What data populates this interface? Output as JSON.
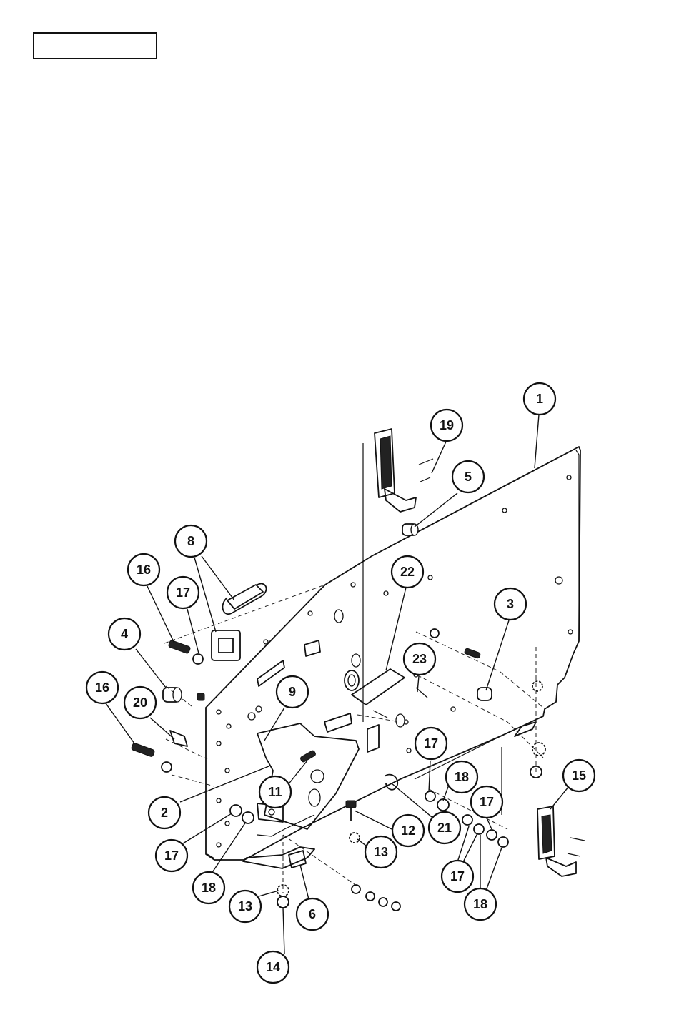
{
  "header_box_label": "",
  "callouts": [
    "1",
    "2",
    "3",
    "4",
    "5",
    "6",
    "8",
    "9",
    "11",
    "12",
    "13",
    "13",
    "14",
    "15",
    "16",
    "16",
    "17",
    "17",
    "17",
    "17",
    "17",
    "18",
    "18",
    "18",
    "19",
    "20",
    "21",
    "22",
    "23"
  ]
}
